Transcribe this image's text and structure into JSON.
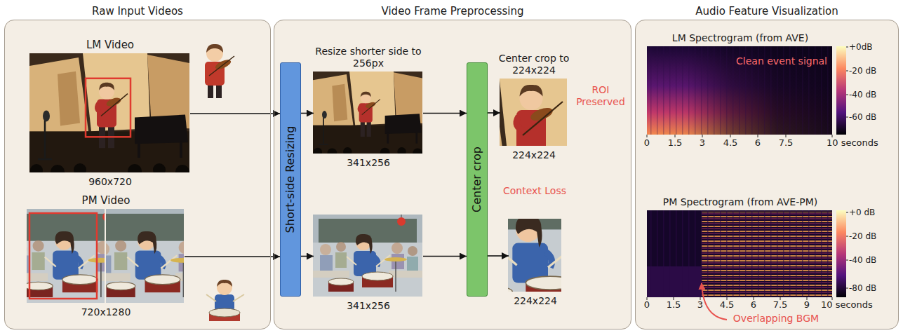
{
  "diagram": {
    "nodes": [
      {
        "text": [
          "Raw Input Videos"
        ]
      },
      {
        "text": [
          "LM Video",
          "960x720"
        ],
        "in": 0
      },
      {
        "text": [
          "PM Video",
          "720x1280"
        ],
        "in": 0
      },
      {
        "text": [
          "Video Frame Preprocessing"
        ]
      },
      {
        "text": [
          "Short-side Resizing"
        ],
        "in": 3
      },
      {
        "text": [
          "Resize shorter side to 256px",
          "341x256"
        ],
        "in": 3
      },
      {
        "text": [
          "341x256"
        ],
        "in": 3
      },
      {
        "text": [
          "Center crop"
        ],
        "in": 3
      },
      {
        "text": [
          "Center crop to 224x224",
          "224x224"
        ],
        "in": 3
      },
      {
        "text": [
          "224x224"
        ],
        "in": 3
      },
      {
        "text": [
          "Audio Feature Visualization"
        ]
      },
      {
        "text": [
          "LM Spectrogram (from AVE)",
          "Clean event signal"
        ],
        "in": 10
      },
      {
        "text": [
          "PM Spectrogram (from AVE-PM)"
        ],
        "in": 10
      }
    ],
    "edges": [
      {
        "from": 1,
        "to": 4,
        "arrow": "to"
      },
      {
        "from": 2,
        "to": 4,
        "arrow": "to"
      },
      {
        "from": 4,
        "to": 5,
        "arrow": "to"
      },
      {
        "from": 4,
        "to": 6,
        "arrow": "to"
      },
      {
        "from": 5,
        "to": 7,
        "arrow": "to"
      },
      {
        "from": 6,
        "to": 7,
        "arrow": "to"
      },
      {
        "from": 7,
        "to": 8,
        "arrow": "to"
      },
      {
        "from": 7,
        "to": 9,
        "arrow": "to"
      }
    ],
    "labels": [
      "ROI Preserved",
      "Context Loss",
      "+0dB",
      "-20 dB",
      "-40 dB",
      "-60 dB",
      "0",
      "1.5",
      "3",
      "4.5",
      "6",
      "7.5",
      "10 seconds",
      "+0 dB",
      "-20 dB",
      "-40 dB",
      "-80 dB",
      "0",
      "1.5",
      "3",
      "4.5",
      "6",
      "7.5",
      "9",
      "10 seconds",
      "Overlapping BGM"
    ]
  }
}
